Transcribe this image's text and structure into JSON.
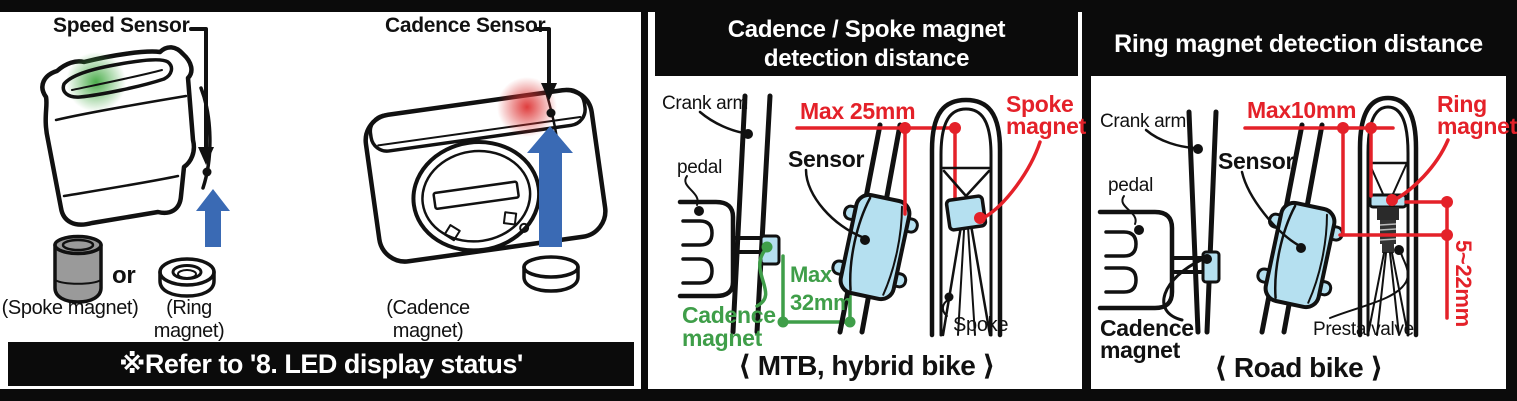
{
  "colors": {
    "red": "#e42129",
    "green": "#3f9e49",
    "blue": "#3a6ab4",
    "sensor_blue": "#b5e0f0",
    "magnet_gray": "#9a9a9a",
    "led_green": "#44aa44",
    "led_red": "#dd3333"
  },
  "left_panel": {
    "speed_sensor_label": "Speed Sensor",
    "cadence_sensor_label": "Cadence Sensor",
    "or_label": "or",
    "spoke_magnet_caption": "(Spoke magnet)",
    "ring_magnet_caption": "(Ring magnet)",
    "cadence_magnet_caption": "(Cadence magnet)",
    "note": "※Refer to '8. LED display status'"
  },
  "middle_panel": {
    "title_line1": "Cadence / Spoke magnet",
    "title_line2": "detection distance",
    "crank_arm_label": "Crank arm",
    "pedal_label": "pedal",
    "sensor_label": "Sensor",
    "spoke_label": "Spoke",
    "spoke_magnet_label_line1": "Spoke",
    "spoke_magnet_label_line2": "magnet",
    "cadence_magnet_label_line1": "Cadence",
    "cadence_magnet_label_line2": "magnet",
    "max_sensor_to_spoke_magnet": "Max 25mm",
    "max_crank_to_sensor_line1": "Max",
    "max_crank_to_sensor_line2": "32mm",
    "caption": "⟨ MTB, hybrid bike ⟩"
  },
  "right_panel": {
    "title": "Ring magnet detection distance",
    "crank_arm_label": "Crank arm",
    "pedal_label": "pedal",
    "sensor_label": "Sensor",
    "presta_valve_label": "Presta valve",
    "ring_magnet_label_line1": "Ring",
    "ring_magnet_label_line2": "magnet",
    "cadence_magnet_label_line1": "Cadence",
    "cadence_magnet_label_line2": "magnet",
    "max_sensor_to_ring_magnet": "Max10mm",
    "vertical_range": "5~22mm",
    "caption": "⟨ Road bike ⟩"
  }
}
